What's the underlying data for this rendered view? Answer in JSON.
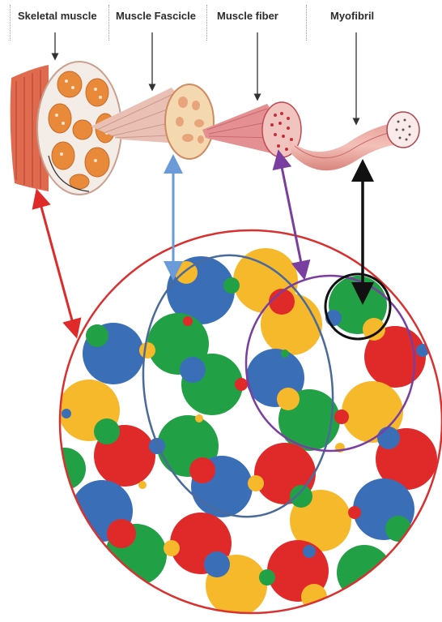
{
  "labels": {
    "skeletal_muscle": "Skeletal muscle",
    "muscle_fascicle": "Muscle Fascicle",
    "muscle_fiber": "Muscle fiber",
    "myofibril": "Myofibril"
  },
  "colors": {
    "red": "#e02a2a",
    "blue": "#3a6fb8",
    "green": "#22a045",
    "yellow": "#f6b92b",
    "outer_circle": "#d93030",
    "fascicle_ellipse": "#4a6a9a",
    "fiber_ellipse": "#7a3ea0",
    "myofibril_circle": "#111111",
    "fascicle_arrow": "#6a9ad8",
    "fiber_arrow": "#7a3ea0",
    "skeletal_arrow": "#e02a2a",
    "muscle_tissue": "#e8826a"
  }
}
